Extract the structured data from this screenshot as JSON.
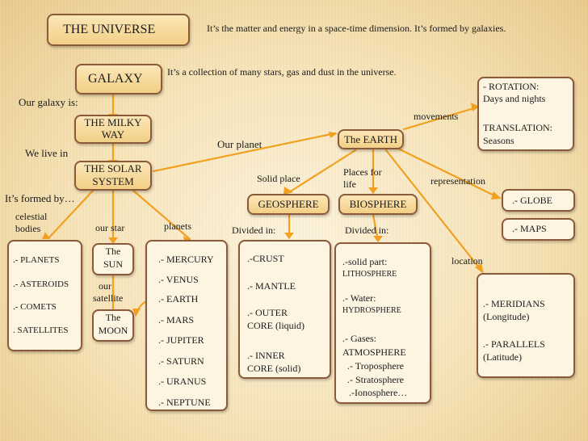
{
  "nodes": {
    "universe": "THE UNIVERSE",
    "galaxy": "GALAXY",
    "milky_way": [
      "THE MILKY",
      "WAY"
    ],
    "solar_system": [
      "THE SOLAR",
      "SYSTEM"
    ],
    "earth": "The EARTH",
    "geosphere": "GEOSPHERE",
    "biosphere": "BIOSPHERE",
    "celestial_list": [
      ".- PLANETS",
      ".- ASTEROIDS",
      ".- COMETS",
      ". SATELLITES"
    ],
    "sun": [
      "The",
      "SUN"
    ],
    "moon": [
      "The",
      "MOON"
    ],
    "planets_list": [
      ".- MERCURY",
      ".- VENUS",
      ".- EARTH",
      ".- MARS",
      ".- JUPITER",
      ".- SATURN",
      ".- URANUS",
      ".- NEPTUNE"
    ],
    "geo_layers": [
      ".-CRUST",
      ".- MANTLE",
      ".- OUTER",
      "CORE  (liquid)",
      ".- INNER",
      "CORE (solid)"
    ],
    "bio_parts": {
      "solid": ".-solid part:",
      "litho": "LITHOSPHERE",
      "water": ".- Water:",
      "hydro": "HYDROSPHERE",
      "gases": ".- Gases:",
      "atmo": "ATMOSPHERE",
      "tropo": ".- Troposphere",
      "strato": ".- Stratosphere",
      "iono": ".-Ionosphere…"
    },
    "movements": [
      "- ROTATION:",
      "Days and nights",
      "TRANSLATION:",
      " Seasons"
    ],
    "globe": ".- GLOBE",
    "maps": ".- MAPS",
    "coordinates": [
      ".- MERIDIANS",
      "(Longitude)",
      ".- PARALLELS",
      "(Latitude)"
    ]
  },
  "labels": {
    "universe_def": "It’s the matter and energy in a space-time dimension. It’s formed by galaxies.",
    "galaxy_def": "It’s a collection of many stars,  gas and dust in the universe.",
    "our_galaxy": "Our  galaxy is:",
    "we_live_in": "We live in",
    "formed_by": "It’s formed by…",
    "celestial_bodies": [
      "celestial",
      "bodies"
    ],
    "our_star": "our star",
    "planets": "planets",
    "our_satellite": [
      "our",
      "satellite"
    ],
    "our_planet": "Our planet",
    "solid_place": "Solid  place",
    "places_for_life": [
      "Places for",
      "life"
    ],
    "movements": "movements",
    "representation": "representation",
    "divided_in_1": "Divided in:",
    "divided_in_2": "Divided in:",
    "location": "location"
  },
  "colors": {
    "line": "#f2a020",
    "border": "#8a5a3a",
    "box_fill": "#fdf5e2",
    "title_fill": "#f4d48f"
  }
}
